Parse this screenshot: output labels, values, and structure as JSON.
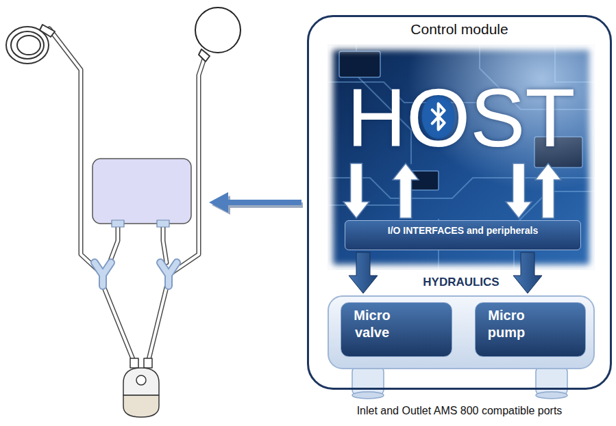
{
  "diagram": {
    "nodes": [
      {
        "text": [
          "Control module"
        ]
      },
      {
        "text": [
          "HOST"
        ],
        "in": 0
      },
      {
        "text": [
          "I/O INTERFACES and peripherals"
        ],
        "in": 0
      },
      {
        "text": [
          "HYDRAULICS"
        ],
        "in": 0
      },
      {
        "text": [
          "Micro valve"
        ],
        "in": 3
      },
      {
        "text": [
          "Micro pump"
        ],
        "in": 3
      }
    ],
    "edges": [
      {
        "from": 1,
        "to": 2,
        "arrow": "to"
      },
      {
        "from": 2,
        "to": 1,
        "arrow": "to"
      },
      {
        "from": 1,
        "to": 2,
        "arrow": "to"
      },
      {
        "from": 2,
        "to": 1,
        "arrow": "to"
      },
      {
        "from": 2,
        "to": 3,
        "arrow": "to"
      },
      {
        "from": 2,
        "to": 3,
        "arrow": "to"
      }
    ],
    "labels": [
      "Inlet and Outlet AMS 800 compatible ports"
    ]
  }
}
